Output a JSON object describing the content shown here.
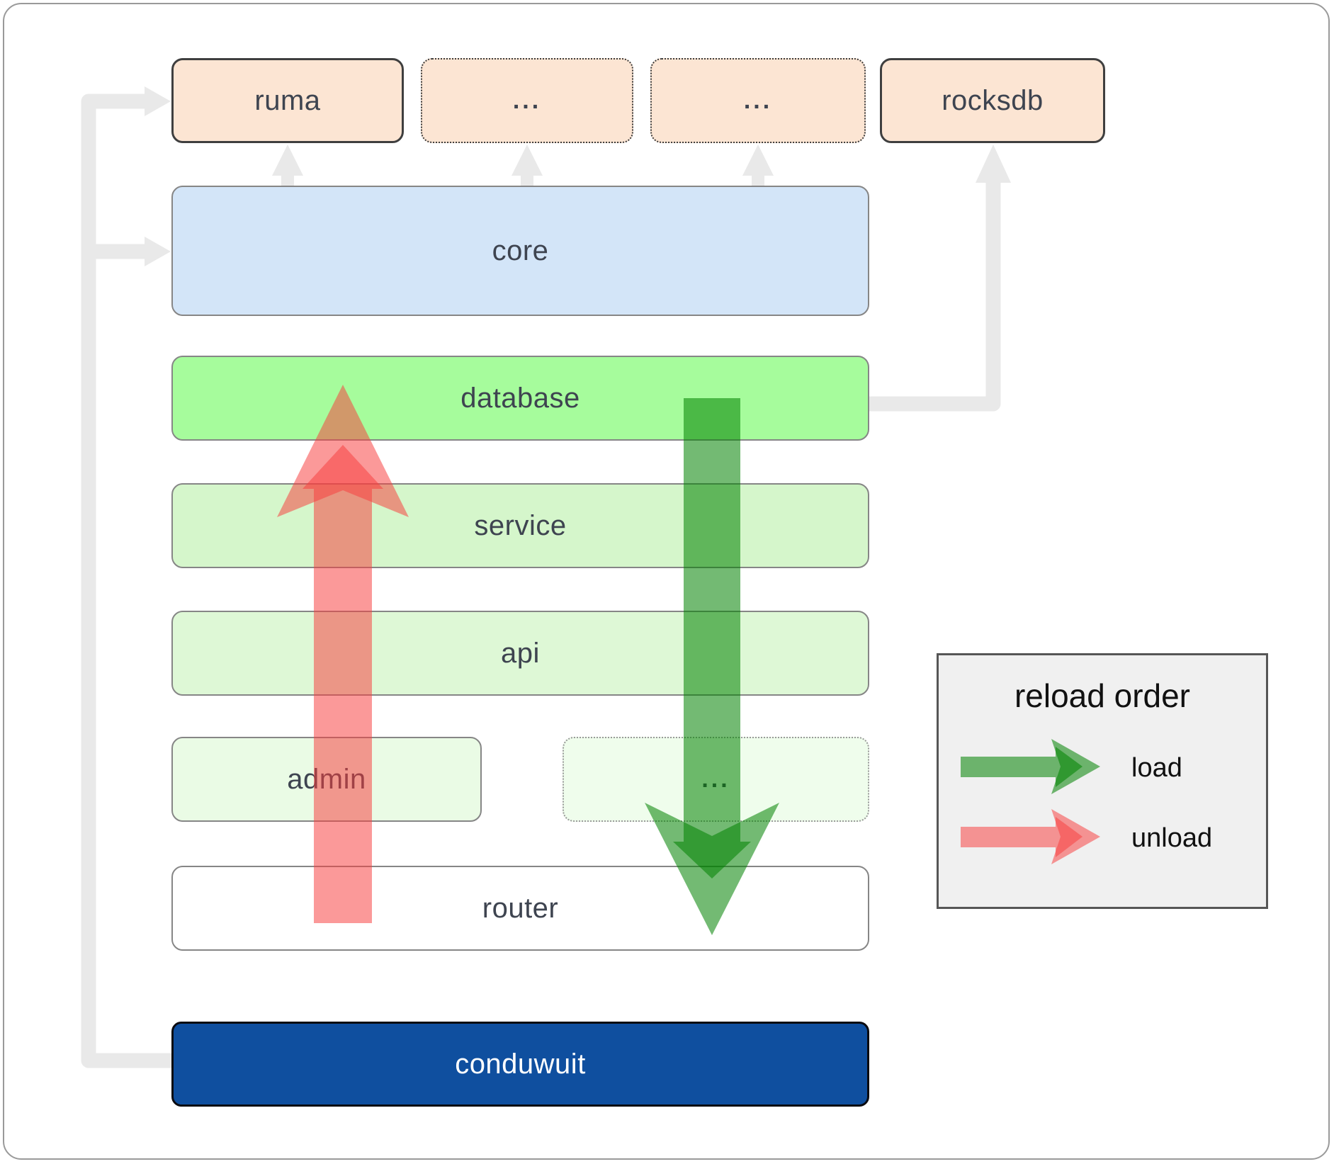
{
  "diagram": {
    "nodes": {
      "ruma": "ruma",
      "ellipsis_top_1": "...",
      "ellipsis_top_2": "...",
      "rocksdb": "rocksdb",
      "core": "core",
      "database": "database",
      "service": "service",
      "api": "api",
      "admin": "admin",
      "ellipsis_admin": "...",
      "router": "router",
      "conduwuit": "conduwuit"
    },
    "legend": {
      "title": "reload order",
      "items": [
        {
          "label": "load",
          "color": "rgba(0,130,0,0.55)"
        },
        {
          "label": "unload",
          "color": "rgba(247,62,62,0.53)"
        }
      ]
    },
    "colors": {
      "peach_fill": "#fce5d3",
      "core_fill": "#d3e5f8",
      "database_fill": "#a6fc9c",
      "service_fill": "#d5f6cb",
      "api_fill": "#def8d6",
      "admin_fill": "#eafbe5",
      "router_fill": "#ffffff",
      "conduwuit_fill": "#0f4f9f",
      "connector_gray": "#e9e9e9",
      "load_arrow_green": "rgba(0,130,0,0.55)",
      "unload_arrow_red": "rgba(247,62,62,0.53)",
      "label_text": "#3e4450"
    }
  }
}
